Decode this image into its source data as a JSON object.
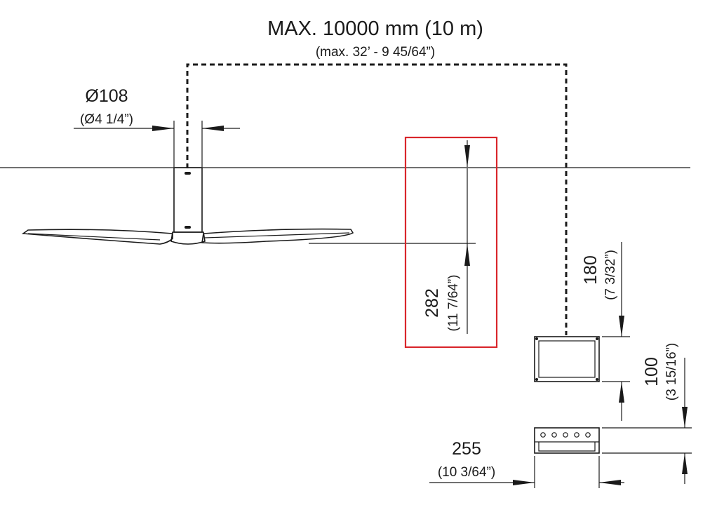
{
  "max_distance": {
    "metric": "MAX. 10000 mm (10 m)",
    "imperial": "(max. 32’ - 9 45/64”)"
  },
  "diameter": {
    "metric": "Ø108",
    "imperial": "(Ø4 1/4”)"
  },
  "height": {
    "metric": "282",
    "imperial": "(11 7/64”)"
  },
  "receiver_height": {
    "metric": "180",
    "imperial": "(7 3/32”)"
  },
  "receiver_depth": {
    "metric": "100",
    "imperial": "(3 15/16”)"
  },
  "receiver_width": {
    "metric": "255",
    "imperial": "(10 3/64”)"
  },
  "colors": {
    "line": "#1a1a1a",
    "highlight": "#d9262b"
  }
}
